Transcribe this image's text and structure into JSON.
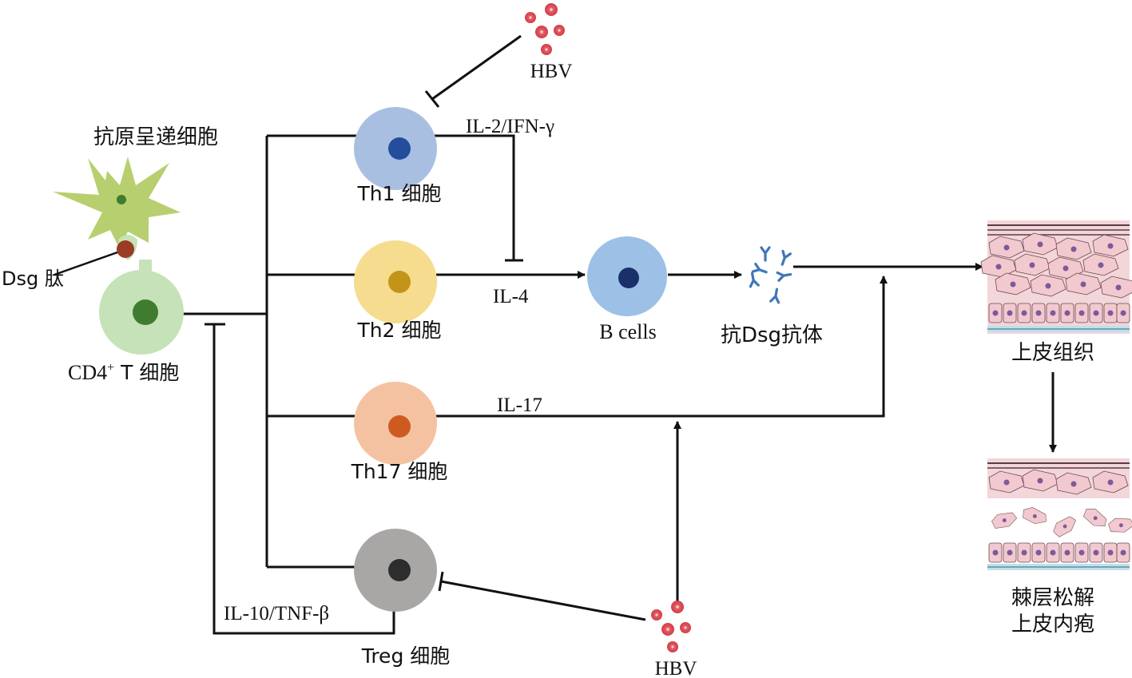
{
  "labels": {
    "apc": "抗原呈递细胞",
    "dsg_peptide": "Dsg 肽",
    "cd4_t_cell": "CD4",
    "cd4_sup": "+",
    "cd4_t_cell_suffix": " T 细胞",
    "th1": "Th1 细胞",
    "th2": "Th2 细胞",
    "th17": "Th17 细胞",
    "treg": "Treg 细胞",
    "b_cells": "B cells",
    "anti_dsg_antibody": "抗Dsg抗体",
    "epithelium": "上皮组织",
    "acantholysis_line1": "棘层松解",
    "acantholysis_line2": "上皮内疱",
    "hbv_top": "HBV",
    "hbv_bottom": "HBV",
    "il2_ifn": "IL-2/IFN-γ",
    "il4": "IL-4",
    "il17": "IL-17",
    "il10_tnf": "IL-10/TNF-β"
  },
  "colors": {
    "apc_body": "#b7cf6e",
    "cd4_outer": "#c6e2b8",
    "cd4_nucleus": "#3f7c30",
    "th1_outer": "#a9bfe2",
    "th1_nucleus": "#244e9b",
    "th2_outer": "#f6dc8e",
    "th2_nucleus": "#c29418",
    "th17_outer": "#f5c2a1",
    "th17_nucleus": "#cf5a20",
    "treg_outer": "#a9a6a6",
    "treg_nucleus": "#2d2d2d",
    "bcell_outer": "#9dc0e6",
    "bcell_nucleus": "#1b2f6b",
    "antibody": "#3f76b8",
    "virus": "#d23b45",
    "dsg": "#9b3b24",
    "tissue_cell": "#f2c9cf",
    "tissue_nucleus": "#7d5a9a"
  }
}
